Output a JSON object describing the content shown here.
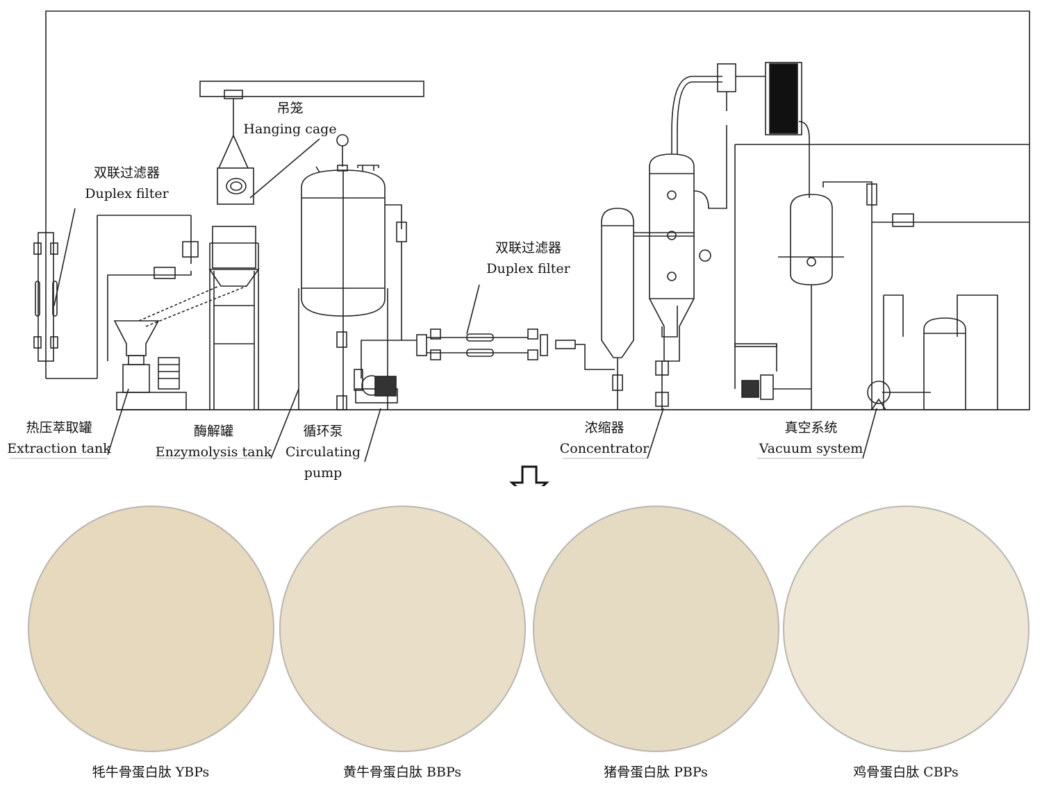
{
  "labels": {
    "hanging_cage": {
      "zh": "吊笼",
      "en": "Hanging cage"
    },
    "duplex_filter_left": {
      "zh": "双联过滤器",
      "en": "Duplex filter"
    },
    "duplex_filter_mid": {
      "zh": "双联过滤器",
      "en": "Duplex filter"
    },
    "extraction_tank": {
      "zh": "热压萃取罐",
      "en": "Extraction tank"
    },
    "enzymolysis_tank": {
      "zh": "酶解罐",
      "en": "Enzymolysis tank"
    },
    "circulating_pump": {
      "zh": "循环泵",
      "en1": "Circulating",
      "en2": "pump"
    },
    "concentrator": {
      "zh": "浓缩器",
      "en": "Concentrator"
    },
    "vacuum_system": {
      "zh": "真空系统",
      "en": "Vacuum system"
    }
  },
  "products": [
    {
      "caption": "牦牛骨蛋白肽 YBPs",
      "color": "#e6d9bd"
    },
    {
      "caption": "黄牛骨蛋白肽 BBPs",
      "color": "#e9dfc9"
    },
    {
      "caption": "猪骨蛋白肽 PBPs",
      "color": "#e5dbc3"
    },
    {
      "caption": "鸡骨蛋白肽 CBPs",
      "color": "#efe7d6"
    }
  ],
  "icons": {
    "flow_arrow": "down-arrow-icon"
  }
}
